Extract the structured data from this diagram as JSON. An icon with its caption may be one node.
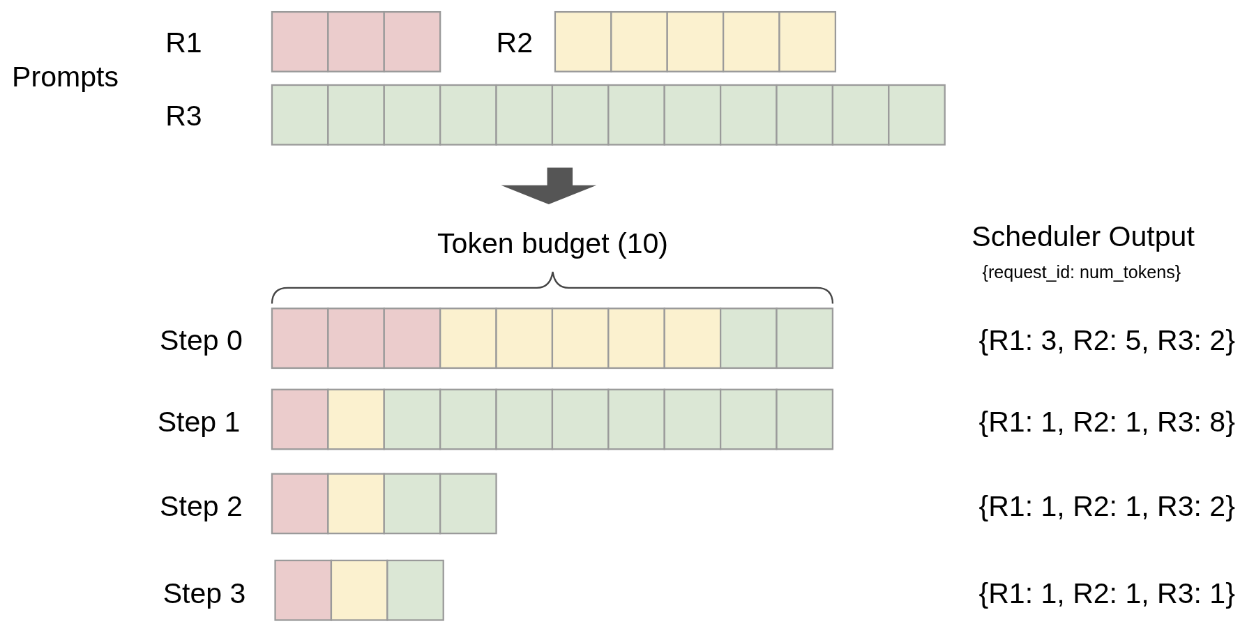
{
  "diagram": {
    "labels": [
      "R1",
      "R2",
      "Prompts",
      "R3",
      "Token budget (10)",
      "Scheduler Output",
      "{request_id: num_tokens}",
      "Step 0",
      "{R1: 3, R2: 5, R3: 2}",
      "Step 1",
      "{R1: 1, R2: 1, R3: 8}",
      "Step 2",
      "{R1: 1, R2: 1, R3: 2}",
      "Step 3",
      "{R1: 1, R2: 1, R3: 1}"
    ]
  }
}
